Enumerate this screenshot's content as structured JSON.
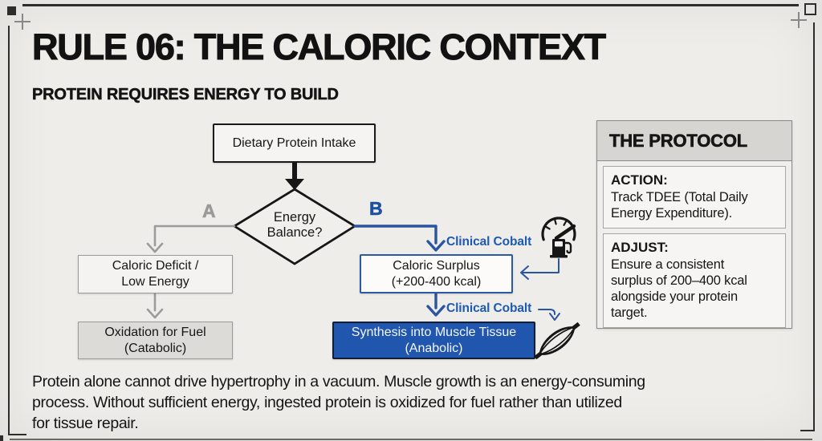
{
  "header": {
    "title": "RULE 06: THE CALORIC CONTEXT",
    "subtitle": "PROTEIN REQUIRES ENERGY TO BUILD"
  },
  "flowchart": {
    "dietary_box": "Dietary Protein Intake",
    "decision": "Energy\nBalance?",
    "branch_a": "A",
    "branch_b": "B",
    "deficit_box": "Caloric Deficit /\nLow Energy",
    "oxidation_box": "Oxidation for Fuel\n(Catabolic)",
    "surplus_box": "Caloric Surplus\n(+200-400 kcal)",
    "synthesis_box": "Synthesis into Muscle Tissue\n(Anabolic)",
    "annotation_surplus": "Clinical Cobalt",
    "annotation_synthesis": "Clinical Cobalt",
    "icons": {
      "fuel_gauge": "fuel-gauge",
      "muscle": "muscle-fiber"
    }
  },
  "protocol": {
    "title": "THE PROTOCOL",
    "sections": [
      {
        "label": "ACTION:",
        "text": "Track TDEE (Total Daily\nEnergy Expenditure)."
      },
      {
        "label": "ADJUST:",
        "text": "Ensure a consistent\nsurplus of 200–400 kcal\nalongside your protein\ntarget."
      }
    ]
  },
  "footer": {
    "text": "Protein alone cannot drive hypertrophy in a vacuum. Muscle growth is an energy-consuming\nprocess. Without sufficient energy, ingested protein is oxidized for fuel rather than utilized\nfor tissue repair."
  },
  "colors": {
    "background": "#efedea",
    "ink": "#161616",
    "gray_branch": "#9a9a98",
    "blue_line": "#2a55a0",
    "blue_text": "#1e5ab0",
    "synthesis_fill": "#2156ae",
    "synthesis_border": "#101f36",
    "panel_header_bg": "#d7d5d2",
    "oxidation_fill": "#dcdbd8"
  }
}
